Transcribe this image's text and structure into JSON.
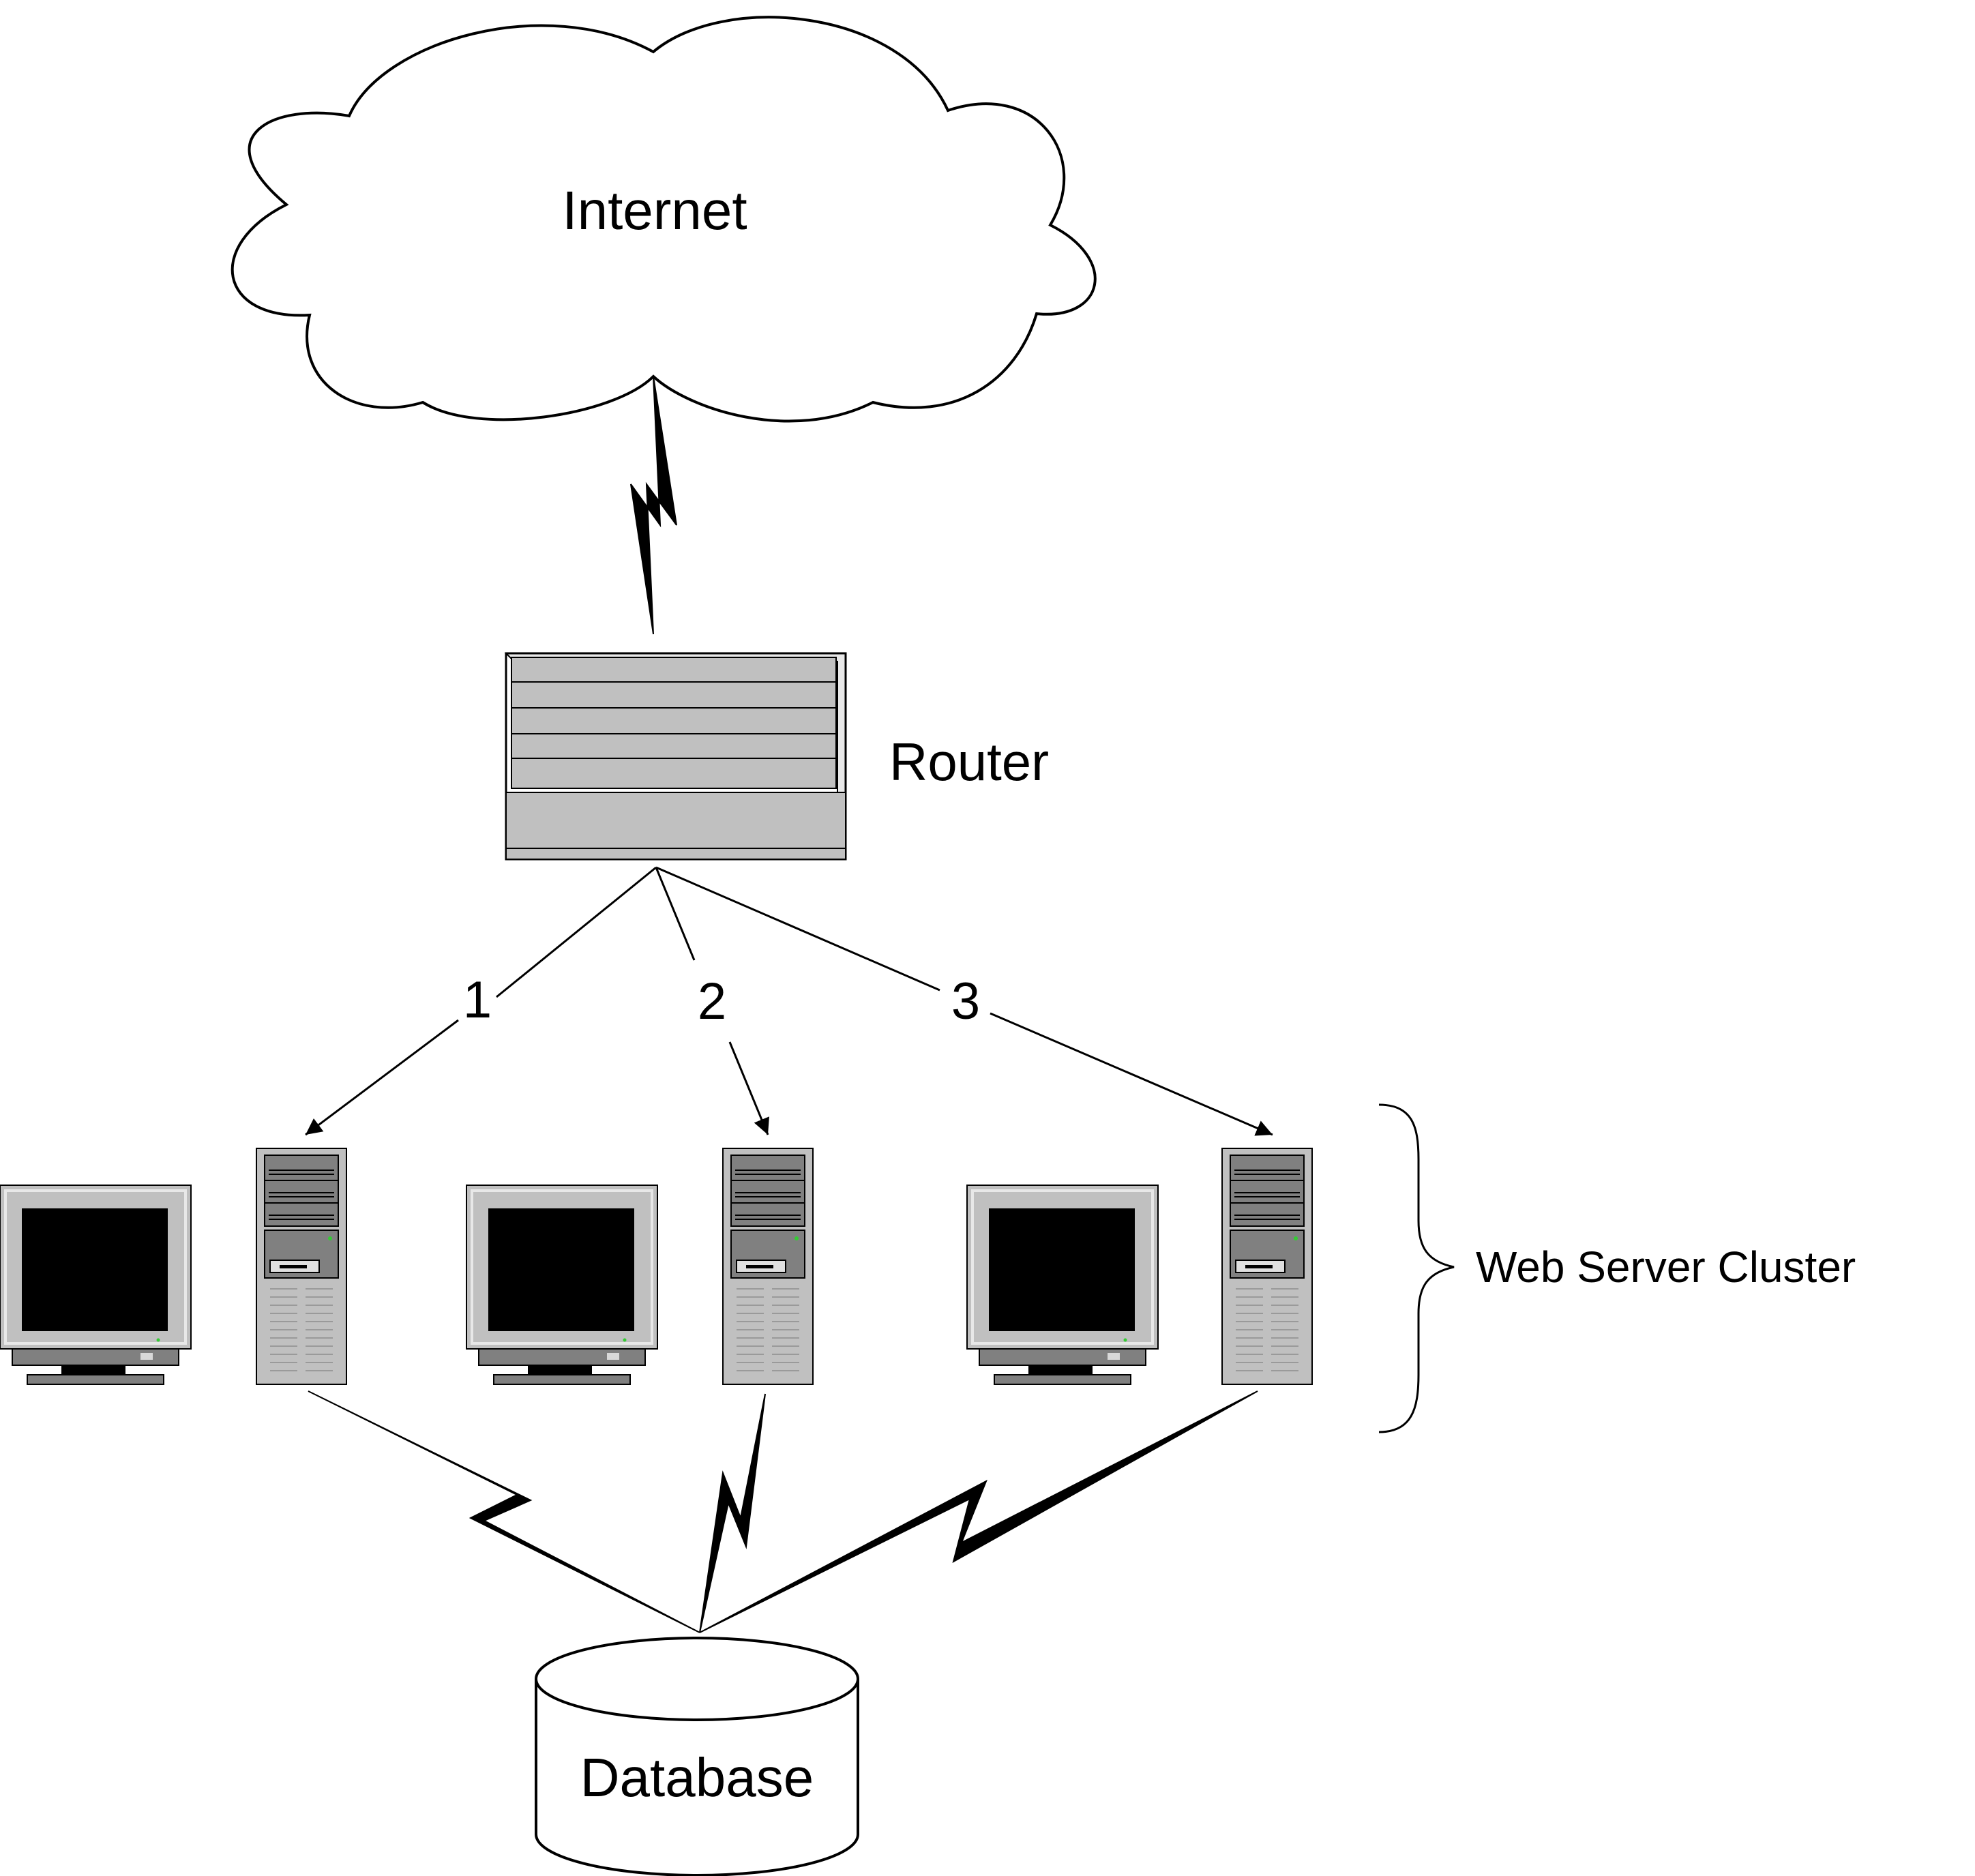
{
  "labels": {
    "internet": "Internet",
    "router": "Router",
    "route_1": "1",
    "route_2": "2",
    "route_3": "3",
    "cluster": "Web Server Cluster",
    "database": "Database"
  },
  "colors": {
    "stroke": "#000000",
    "device_gray": "#c0c0c0",
    "device_dark": "#808080",
    "screen": "#000000",
    "led": "#33cc33",
    "background": "#ffffff"
  },
  "icons": {
    "cloud": "cloud-icon",
    "router": "router-icon",
    "monitor": "monitor-icon",
    "server": "tower-server-icon",
    "database": "database-cylinder-icon",
    "link": "lightning-bolt-link"
  }
}
